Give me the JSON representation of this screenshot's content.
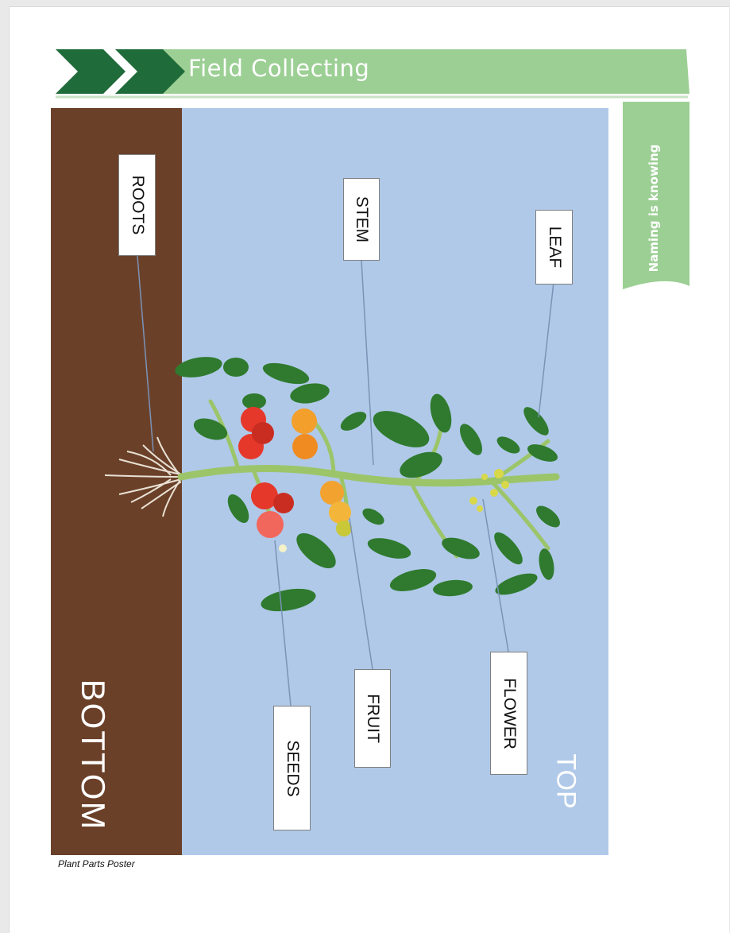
{
  "header": {
    "title": "Field Collecting"
  },
  "side_tab": {
    "text": "Naming is knowing"
  },
  "poster": {
    "bottom_label": "BOTTOM",
    "top_label": "TOP",
    "labels": {
      "roots": "ROOTS",
      "stem": "STEM",
      "leaf": "LEAF",
      "seeds": "SEEDS",
      "fruit": "FRUIT",
      "flower": "FLOWER"
    }
  },
  "caption": "Plant Parts Poster",
  "colors": {
    "banner_dark": "#1f6b3a",
    "banner_light": "#9ccf94",
    "soil": "#6b4029",
    "sky": "#b0c9e8"
  }
}
